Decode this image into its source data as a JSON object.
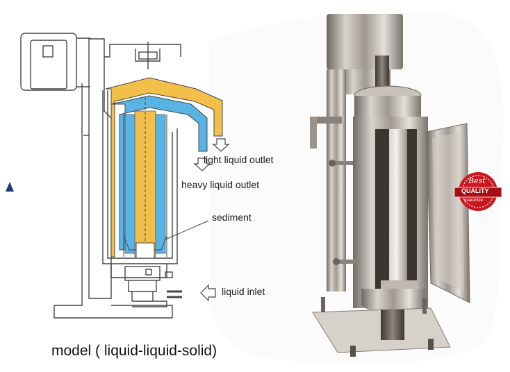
{
  "labels": {
    "light_outlet": "light liquid outlet",
    "heavy_outlet": "heavy liquid outlet",
    "sediment": "sediment",
    "liquid_inlet": "liquid inlet"
  },
  "caption": "model ( liquid-liquid-solid)",
  "badge": {
    "line1": "Best",
    "line2": "QUALITY",
    "line3": "guarantee"
  },
  "colors": {
    "light_liquid": "#f2c04a",
    "heavy_liquid": "#59b3e3",
    "badge_red": "#c9171e",
    "steel": "#b9b2ab"
  }
}
